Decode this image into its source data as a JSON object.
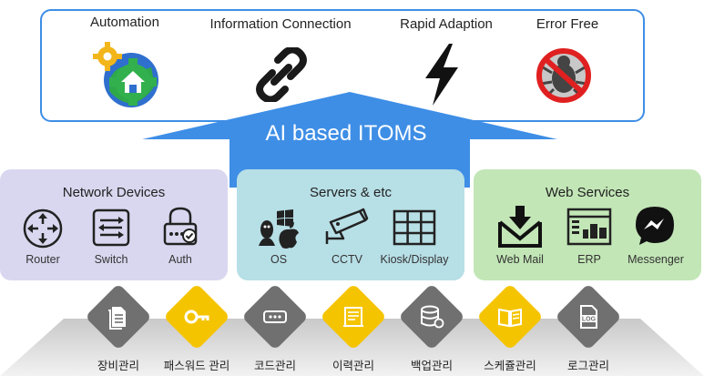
{
  "benefits": [
    {
      "label": "Automation",
      "icon": "gear-house-icon"
    },
    {
      "label": "Information Connection",
      "icon": "chain-link-icon"
    },
    {
      "label": "Rapid Adaption",
      "icon": "lightning-bolt-icon"
    },
    {
      "label": "Error Free",
      "icon": "no-bug-icon"
    }
  ],
  "arrow": {
    "label": "AI based ITOMS",
    "color": "#3e8ee6"
  },
  "panels": [
    {
      "title": "Network Devices",
      "color": "#d9d7ef",
      "items": [
        {
          "label": "Router",
          "icon": "router-icon"
        },
        {
          "label": "Switch",
          "icon": "switch-icon"
        },
        {
          "label": "Auth",
          "icon": "auth-lock-icon"
        }
      ]
    },
    {
      "title": "Servers & etc",
      "color": "#b7dfe6",
      "items": [
        {
          "label": "OS",
          "icon": "os-logos-icon"
        },
        {
          "label": "CCTV",
          "icon": "cctv-camera-icon"
        },
        {
          "label": "Kiosk/Display",
          "icon": "display-grid-icon"
        }
      ]
    },
    {
      "title": "Web Services",
      "color": "#c2e6b6",
      "items": [
        {
          "label": "Web Mail",
          "icon": "mail-inbox-icon"
        },
        {
          "label": "ERP",
          "icon": "erp-window-icon"
        },
        {
          "label": "Messenger",
          "icon": "messenger-icon"
        }
      ]
    }
  ],
  "modules": [
    {
      "label": "장비관리",
      "color": "#707070",
      "icon": "document-icon"
    },
    {
      "label": "패스워드 관리",
      "color": "#f5c400",
      "icon": "key-icon"
    },
    {
      "label": "코드관리",
      "color": "#707070",
      "icon": "code-box-icon"
    },
    {
      "label": "이력관리",
      "color": "#f5c400",
      "icon": "history-doc-icon"
    },
    {
      "label": "백업관리",
      "color": "#707070",
      "icon": "database-backup-icon"
    },
    {
      "label": "스케쥴관리",
      "color": "#f5c400",
      "icon": "book-schedule-icon"
    },
    {
      "label": "로그관리",
      "color": "#707070",
      "icon": "log-file-icon"
    }
  ]
}
